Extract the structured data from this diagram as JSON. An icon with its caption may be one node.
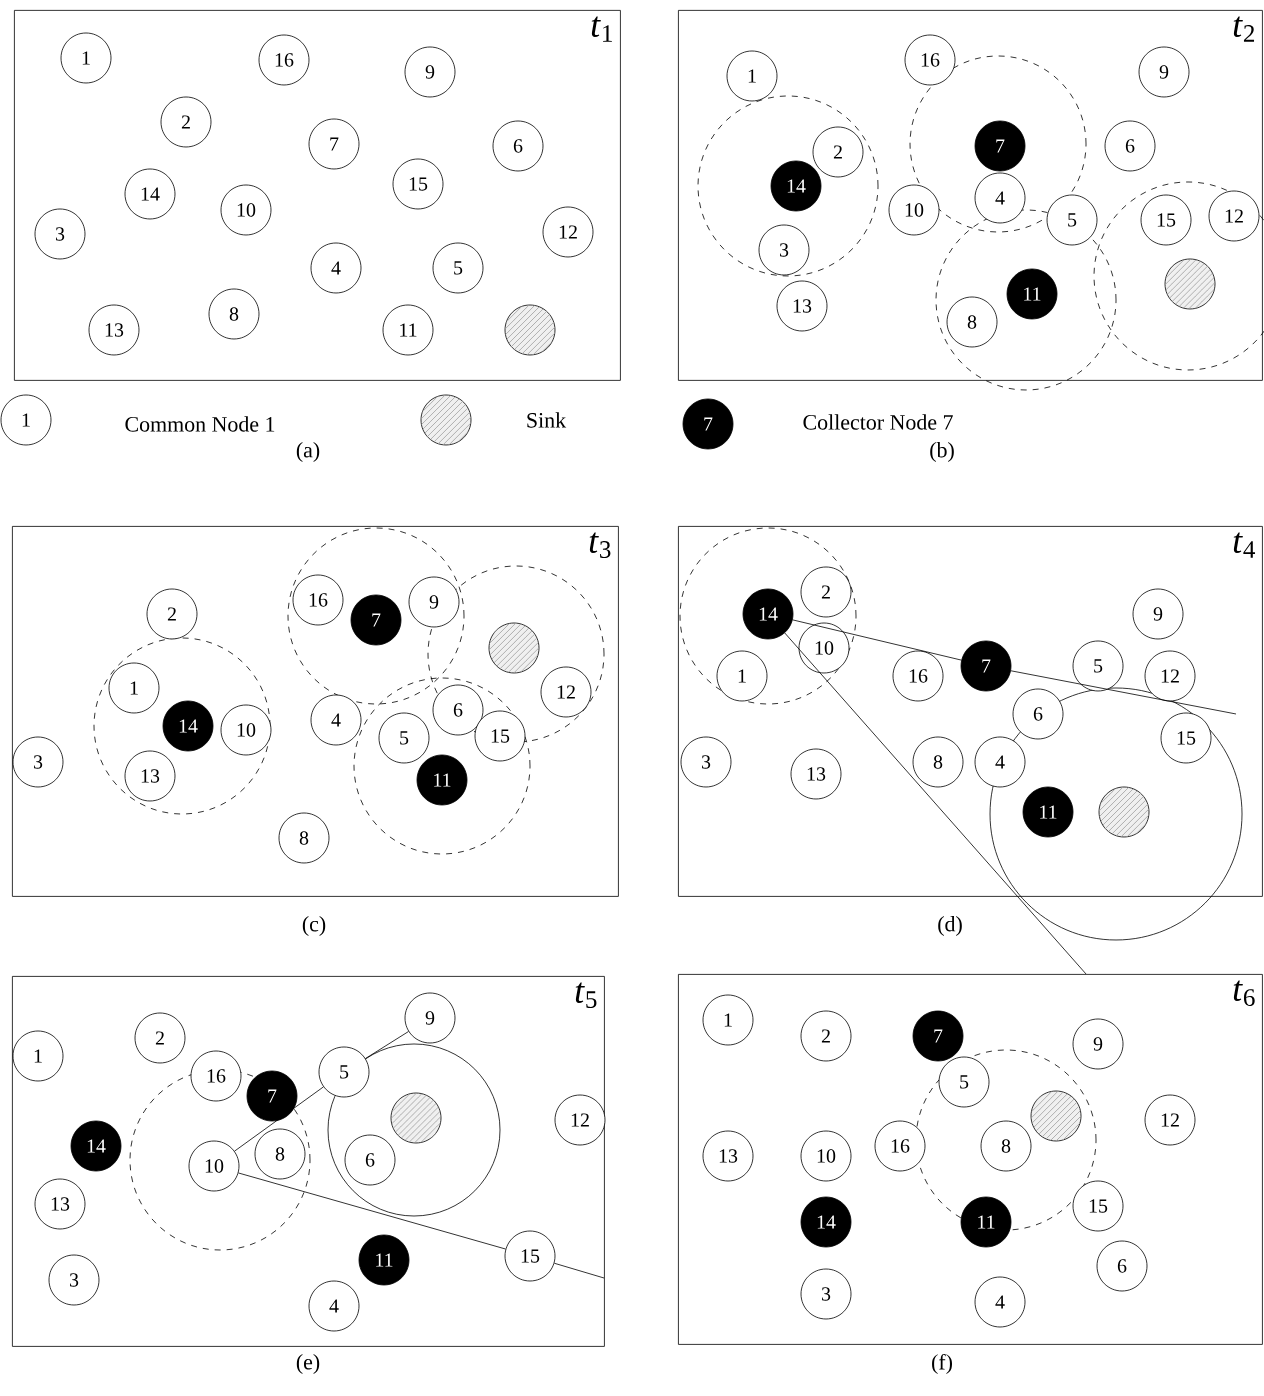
{
  "diagram": {
    "nodes": [
      {
        "text": [
          "*t*$_{1}$"
        ]
      },
      {
        "text": [
          "1"
        ],
        "in": 0
      },
      {
        "text": [
          "2"
        ],
        "in": 0
      },
      {
        "text": [
          "3"
        ],
        "in": 0
      },
      {
        "text": [
          "4"
        ],
        "in": 0
      },
      {
        "text": [
          "5"
        ],
        "in": 0
      },
      {
        "text": [
          "6"
        ],
        "in": 0
      },
      {
        "text": [
          "7"
        ],
        "in": 0
      },
      {
        "text": [
          "8"
        ],
        "in": 0
      },
      {
        "text": [
          "9"
        ],
        "in": 0
      },
      {
        "text": [
          "10"
        ],
        "in": 0
      },
      {
        "text": [
          "11"
        ],
        "in": 0
      },
      {
        "text": [
          "12"
        ],
        "in": 0
      },
      {
        "text": [
          "13"
        ],
        "in": 0
      },
      {
        "text": [
          "14"
        ],
        "in": 0
      },
      {
        "text": [
          "15"
        ],
        "in": 0
      },
      {
        "text": [
          "16"
        ],
        "in": 0
      },
      {
        "text": [],
        "shape": "circle",
        "in": 0
      },
      {
        "text": [
          "*t*$_{2}$"
        ]
      },
      {
        "text": [
          "1"
        ],
        "in": 18
      },
      {
        "text": [
          "2"
        ],
        "in": 18
      },
      {
        "text": [
          "3"
        ],
        "in": 18
      },
      {
        "text": [
          "4"
        ],
        "in": 18
      },
      {
        "text": [
          "5"
        ],
        "in": 18
      },
      {
        "text": [
          "6"
        ],
        "in": 18
      },
      {
        "text": [
          "7"
        ],
        "in": 18
      },
      {
        "text": [
          "8"
        ],
        "in": 18
      },
      {
        "text": [
          "9"
        ],
        "in": 18
      },
      {
        "text": [
          "10"
        ],
        "in": 18
      },
      {
        "text": [
          "11"
        ],
        "in": 18
      },
      {
        "text": [
          "12"
        ],
        "in": 18
      },
      {
        "text": [
          "13"
        ],
        "in": 18
      },
      {
        "text": [
          "14"
        ],
        "in": 18
      },
      {
        "text": [
          "15"
        ],
        "in": 18
      },
      {
        "text": [
          "16"
        ],
        "in": 18
      },
      {
        "text": [],
        "shape": "circle",
        "in": 18
      },
      {
        "text": [
          "*t*$_{3}$"
        ]
      },
      {
        "text": [
          "1"
        ],
        "in": 36
      },
      {
        "text": [
          "2"
        ],
        "in": 36
      },
      {
        "text": [
          "3"
        ],
        "in": 36
      },
      {
        "text": [
          "4"
        ],
        "in": 36
      },
      {
        "text": [
          "5"
        ],
        "in": 36
      },
      {
        "text": [
          "6"
        ],
        "in": 36
      },
      {
        "text": [
          "7"
        ],
        "in": 36
      },
      {
        "text": [
          "8"
        ],
        "in": 36
      },
      {
        "text": [
          "9"
        ],
        "in": 36
      },
      {
        "text": [
          "10"
        ],
        "in": 36
      },
      {
        "text": [
          "11"
        ],
        "in": 36
      },
      {
        "text": [
          "12"
        ],
        "in": 36
      },
      {
        "text": [
          "13"
        ],
        "in": 36
      },
      {
        "text": [
          "14"
        ],
        "in": 36
      },
      {
        "text": [
          "15"
        ],
        "in": 36
      },
      {
        "text": [
          "16"
        ],
        "in": 36
      },
      {
        "text": [],
        "shape": "circle",
        "in": 36
      },
      {
        "text": [
          "*t*$_{4}$"
        ]
      },
      {
        "text": [
          "1"
        ],
        "in": 54
      },
      {
        "text": [
          "2"
        ],
        "in": 54
      },
      {
        "text": [
          "3"
        ],
        "in": 54
      },
      {
        "text": [
          "4"
        ],
        "in": 54
      },
      {
        "text": [
          "5"
        ],
        "in": 54
      },
      {
        "text": [
          "6"
        ],
        "in": 54
      },
      {
        "text": [
          "7"
        ],
        "in": 54
      },
      {
        "text": [
          "8"
        ],
        "in": 54
      },
      {
        "text": [
          "9"
        ],
        "in": 54
      },
      {
        "text": [
          "10"
        ],
        "in": 54
      },
      {
        "text": [
          "11"
        ],
        "in": 54
      },
      {
        "text": [
          "12"
        ],
        "in": 54
      },
      {
        "text": [
          "13"
        ],
        "in": 54
      },
      {
        "text": [
          "14"
        ],
        "in": 54
      },
      {
        "text": [
          "15"
        ],
        "in": 54
      },
      {
        "text": [
          "16"
        ],
        "in": 54
      },
      {
        "text": [],
        "shape": "circle",
        "in": 54
      },
      {
        "text": [
          "*t*$_{5}$"
        ]
      },
      {
        "text": [
          "1"
        ],
        "in": 72
      },
      {
        "text": [
          "2"
        ],
        "in": 72
      },
      {
        "text": [
          "3"
        ],
        "in": 72
      },
      {
        "text": [
          "4"
        ],
        "in": 72
      },
      {
        "text": [
          "5"
        ],
        "in": 72
      },
      {
        "text": [
          "6"
        ],
        "in": 72
      },
      {
        "text": [
          "7"
        ],
        "in": 72
      },
      {
        "text": [
          "8"
        ],
        "in": 72
      },
      {
        "text": [
          "9"
        ],
        "in": 72
      },
      {
        "text": [
          "10"
        ],
        "in": 72
      },
      {
        "text": [
          "11"
        ],
        "in": 72
      },
      {
        "text": [
          "12"
        ],
        "in": 72
      },
      {
        "text": [
          "13"
        ],
        "in": 72
      },
      {
        "text": [
          "14"
        ],
        "in": 72
      },
      {
        "text": [
          "15"
        ],
        "in": 72
      },
      {
        "text": [
          "16"
        ],
        "in": 72
      },
      {
        "text": [],
        "shape": "circle",
        "in": 72
      },
      {
        "text": [
          "*t*$_{6}$"
        ]
      },
      {
        "text": [
          "1"
        ],
        "in": 90
      },
      {
        "text": [
          "2"
        ],
        "in": 90
      },
      {
        "text": [
          "3"
        ],
        "in": 90
      },
      {
        "text": [
          "4"
        ],
        "in": 90
      },
      {
        "text": [
          "5"
        ],
        "in": 90
      },
      {
        "text": [
          "6"
        ],
        "in": 90
      },
      {
        "text": [
          "7"
        ],
        "in": 90
      },
      {
        "text": [
          "8"
        ],
        "in": 90
      },
      {
        "text": [
          "9"
        ],
        "in": 90
      },
      {
        "text": [
          "10"
        ],
        "in": 90
      },
      {
        "text": [
          "11"
        ],
        "in": 90
      },
      {
        "text": [
          "12"
        ],
        "in": 90
      },
      {
        "text": [
          "13"
        ],
        "in": 90
      },
      {
        "text": [
          "14"
        ],
        "in": 90
      },
      {
        "text": [
          "15"
        ],
        "in": 90
      },
      {
        "text": [
          "16"
        ],
        "in": 90
      },
      {
        "text": [],
        "shape": "circle",
        "in": 90
      }
    ],
    "edges": [
      {
        "from": 68,
        "to": 61,
        "arrow": "none"
      },
      {
        "from": 61,
        "to": null,
        "arrow": "none"
      },
      {
        "from": 68,
        "to": 90,
        "arrow": "none"
      },
      {
        "from": 82,
        "to": 77,
        "arrow": "none"
      },
      {
        "from": 77,
        "to": 81,
        "arrow": "none"
      },
      {
        "from": 82,
        "to": 87,
        "arrow": "none"
      },
      {
        "from": 87,
        "to": null,
        "arrow": "none"
      }
    ],
    "labels": [
      "1",
      "7",
      "(a)",
      "(b)",
      "(c)",
      "(d)",
      "(e)",
      "(f)"
    ],
    "legend": [
      {
        "text": "Common Node 1"
      },
      {
        "text": "Sink"
      },
      {
        "text": "Collector Node 7"
      }
    ]
  }
}
